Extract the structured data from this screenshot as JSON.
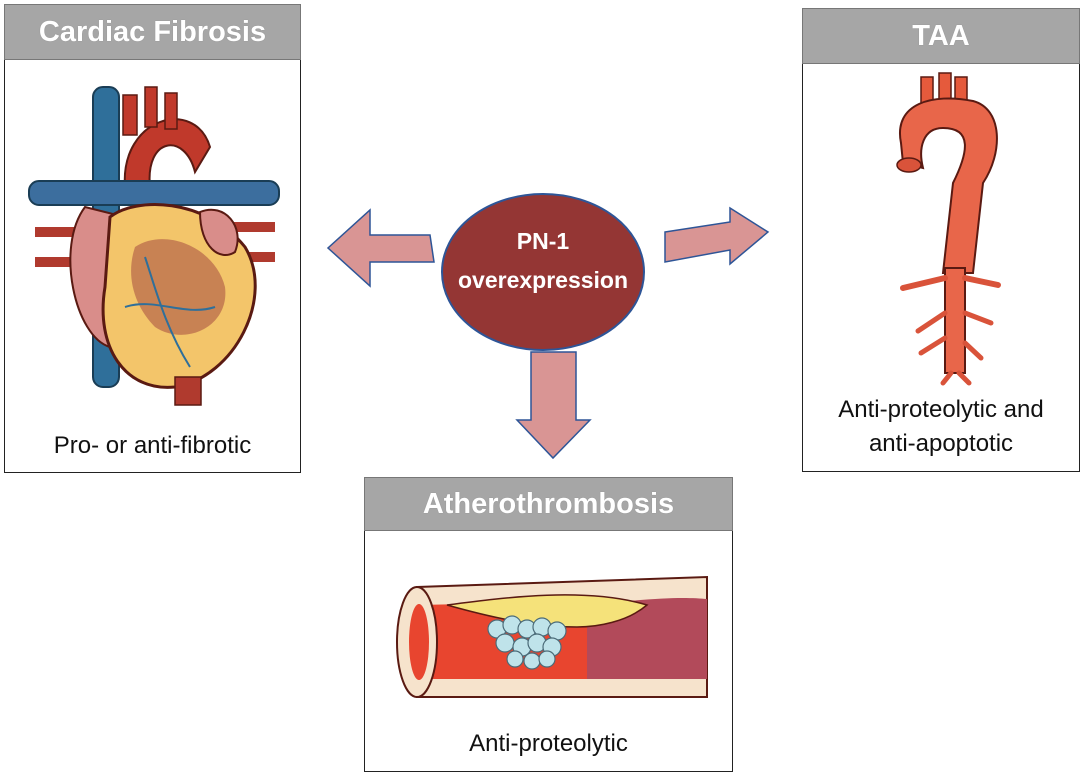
{
  "center": {
    "line1": "PN-1",
    "line2": "overexpression"
  },
  "panels": {
    "cardiac": {
      "title": "Cardiac Fibrosis",
      "caption": "Pro- or anti-fibrotic"
    },
    "taa": {
      "title": "TAA",
      "caption_line1": "Anti-proteolytic  and",
      "caption_line2": "anti-apoptotic"
    },
    "athero": {
      "title": "Atherothrombosis",
      "caption": "Anti-proteolytic"
    }
  },
  "colors": {
    "header_bg": "#a6a6a6",
    "ellipse_fill": "#943634",
    "ellipse_stroke": "#2e5597",
    "arrow_fill": "#d99594",
    "arrow_stroke": "#2e5597"
  }
}
